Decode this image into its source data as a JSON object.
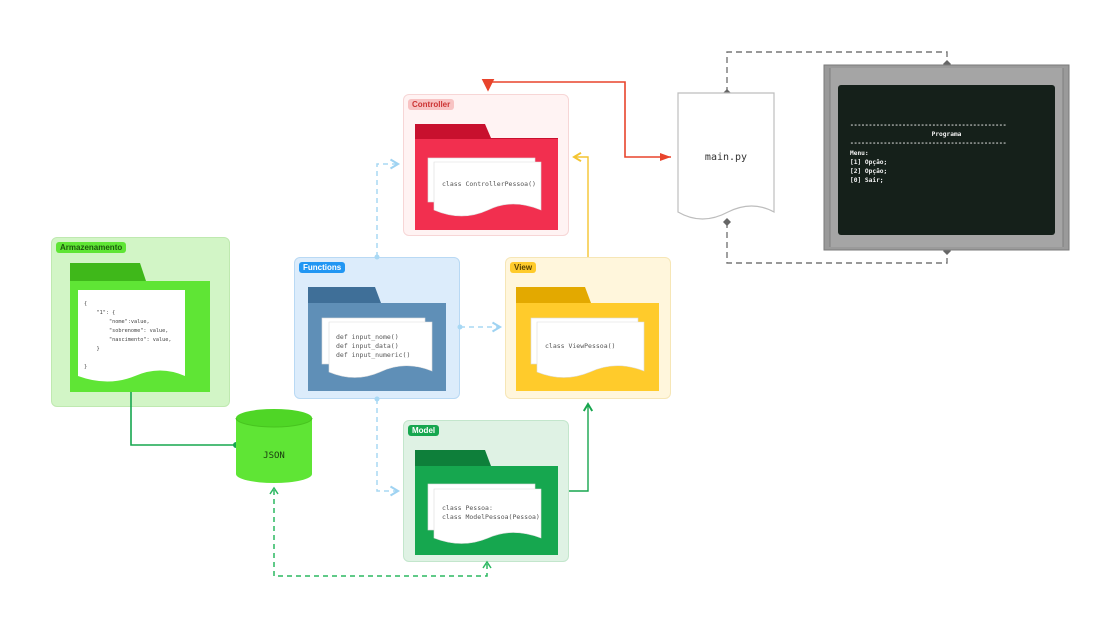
{
  "groups": {
    "controller": {
      "label": "Controller",
      "file": "class ControllerPessoa()"
    },
    "armazenamento": {
      "label": "Armazenamento",
      "json_lines": [
        "{",
        "    \"1\": {",
        "        \"nome\":value,",
        "        \"sobrenome\": value,",
        "        \"nascimento\": value,",
        "    }",
        "",
        "}"
      ]
    },
    "functions": {
      "label": "Functions",
      "lines": [
        "def input_nome()",
        "def input_data()",
        "def input_numeric()"
      ]
    },
    "view": {
      "label": "View",
      "file": "class ViewPessoa()"
    },
    "model": {
      "label": "Model",
      "lines": [
        "class Pessoa:",
        "class ModelPessoa(Pessoa)"
      ]
    }
  },
  "json_db": {
    "label": "JSON"
  },
  "main_file": {
    "label": "main.py"
  },
  "terminal": {
    "rule": "------------------------------------------",
    "title": "Programa",
    "menu": "Menu:",
    "options": [
      "[1] Opção;",
      "[2] Opção;",
      "[0] Sair;"
    ]
  },
  "colors": {
    "controller": "#f22f4f",
    "armazenamento": "#5fe535",
    "functions": "#5f8fb7",
    "view": "#ffcb2b",
    "model": "#16a74f"
  }
}
